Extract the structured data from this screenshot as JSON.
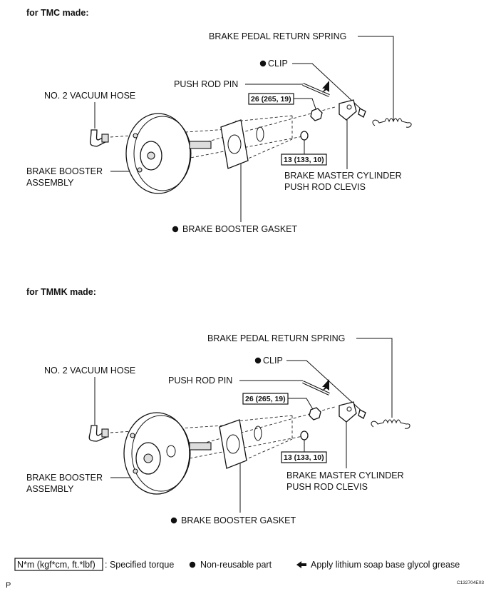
{
  "sections": [
    {
      "heading": "for TMC made:",
      "labels": {
        "return_spring": "BRAKE PEDAL RETURN SPRING",
        "clip": "CLIP",
        "push_rod_pin": "PUSH ROD PIN",
        "vacuum_hose": "NO. 2 VACUUM HOSE",
        "torque_nut": "26 (265, 19)",
        "torque_bolt": "13 (133, 10)",
        "booster_1": "BRAKE BOOSTER",
        "booster_2": "ASSEMBLY",
        "clevis_1": "BRAKE MASTER CYLINDER",
        "clevis_2": "PUSH ROD CLEVIS",
        "gasket": "BRAKE BOOSTER GASKET"
      }
    },
    {
      "heading": "for TMMK made:",
      "labels": {
        "return_spring": "BRAKE PEDAL RETURN SPRING",
        "clip": "CLIP",
        "push_rod_pin": "PUSH ROD PIN",
        "vacuum_hose": "NO. 2 VACUUM HOSE",
        "torque_nut": "26 (265, 19)",
        "torque_bolt": "13 (133, 10)",
        "booster_1": "BRAKE BOOSTER",
        "booster_2": "ASSEMBLY",
        "clevis_1": "BRAKE MASTER CYLINDER",
        "clevis_2": "PUSH ROD CLEVIS",
        "gasket": "BRAKE BOOSTER GASKET"
      }
    }
  ],
  "legend": {
    "torque_box": "N*m (kgf*cm, ft.*lbf)",
    "torque_text": ": Specified torque",
    "non_reusable": "Non-reusable part",
    "grease": "Apply lithium soap base glycol grease"
  },
  "footer": {
    "page_letter": "P",
    "code": "C132704E03"
  }
}
